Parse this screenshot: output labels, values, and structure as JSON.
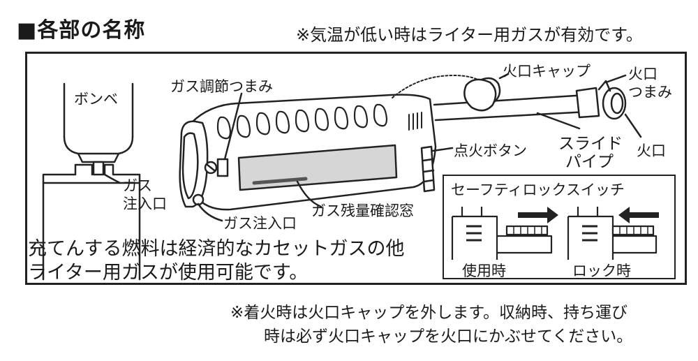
{
  "heading": "■各部の名称",
  "note_top": "※気温が低い時はライター用ガスが有効です。",
  "labels": {
    "bombe": "ボンベ",
    "gas_inlet_side_1": "ガス",
    "gas_inlet_side_2": "注入口",
    "gas_adjust_knob": "ガス調節つまみ",
    "gas_inlet": "ガス注入口",
    "gas_window": "ガス残量確認窓",
    "ignition_button": "点火ボタン",
    "fire_cap": "火口キャップ",
    "fire_knob_1": "火口",
    "fire_knob_2": "つまみ",
    "slide_pipe_1": "スライド",
    "slide_pipe_2": "パイプ",
    "fire_mouth": "火口"
  },
  "fuel_text_line1": "充てんする燃料は経済的なカセットガスの他",
  "fuel_text_line2": "ライター用ガスが使用可能です。",
  "safety_lock": {
    "title": "セーフティロックスイッチ",
    "in_use": "使用時",
    "locked": "ロック時"
  },
  "note_bottom_line1": "※着火時は火口キャップを外します。収納時、持ち運び",
  "note_bottom_line2": "時は必ず火口キャップを火口にかぶせてください。"
}
